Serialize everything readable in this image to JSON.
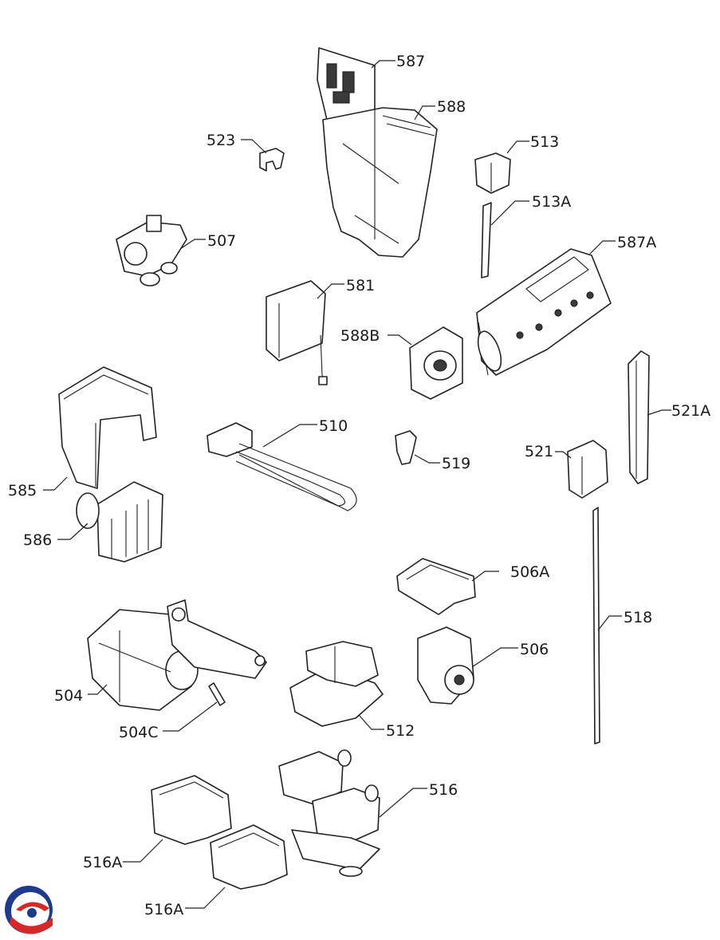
{
  "diagram": {
    "labels": {
      "l587": "587",
      "l588": "588",
      "l523": "523",
      "l513": "513",
      "l513A": "513A",
      "l507": "507",
      "l587A": "587A",
      "l581": "581",
      "l588B": "588B",
      "l521A": "521A",
      "l510": "510",
      "l585": "585",
      "l519": "519",
      "l521": "521",
      "l586": "586",
      "l506A": "506A",
      "l518": "518",
      "l506": "506",
      "l504": "504",
      "l504C": "504C",
      "l512": "512",
      "l516": "516",
      "l516A_1": "516A",
      "l516A_2": "516A"
    },
    "logo": {
      "name": "brand-logo",
      "colors": {
        "blue": "#1f3a8a",
        "red": "#d62828"
      }
    }
  }
}
